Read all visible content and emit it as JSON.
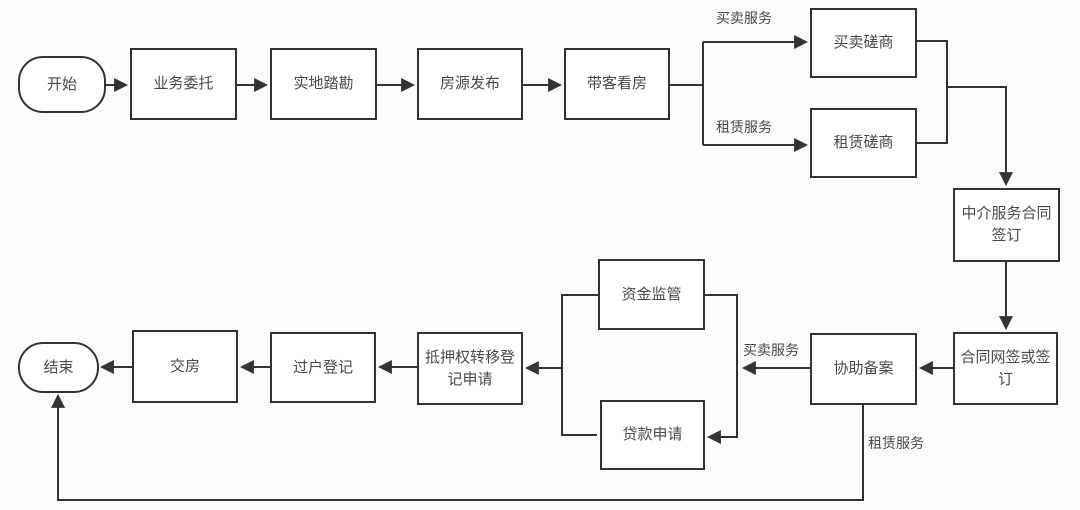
{
  "diagram": {
    "nodes": {
      "start": {
        "label": "开始"
      },
      "business_entrust": {
        "label": "业务委托"
      },
      "site_survey": {
        "label": "实地踏勘"
      },
      "listing_publish": {
        "label": "房源发布"
      },
      "client_viewing": {
        "label": "带客看房"
      },
      "sale_negotiation": {
        "label": "买卖磋商"
      },
      "lease_negotiation": {
        "label": "租赁磋商"
      },
      "agency_contract_signing": {
        "label": "中介服务合同签订"
      },
      "contract_online_signing": {
        "label": "合同网签或签订"
      },
      "assist_filing": {
        "label": "协助备案"
      },
      "fund_supervision": {
        "label": "资金监管"
      },
      "loan_application": {
        "label": "贷款申请"
      },
      "mortgage_transfer_registration": {
        "label": "抵押权转移登记申请"
      },
      "transfer_registration": {
        "label": "过户登记"
      },
      "handover": {
        "label": "交房"
      },
      "end": {
        "label": "结束"
      }
    },
    "edge_labels": {
      "sale_service_top": "买卖服务",
      "lease_service_top": "租赁服务",
      "sale_service_bottom": "买卖服务",
      "lease_service_bottom": "租赁服务"
    },
    "colors": {
      "line": "#333333",
      "text": "#4a4a4a",
      "node_fill": "#ffffff",
      "background": "#fbfbfb"
    }
  }
}
